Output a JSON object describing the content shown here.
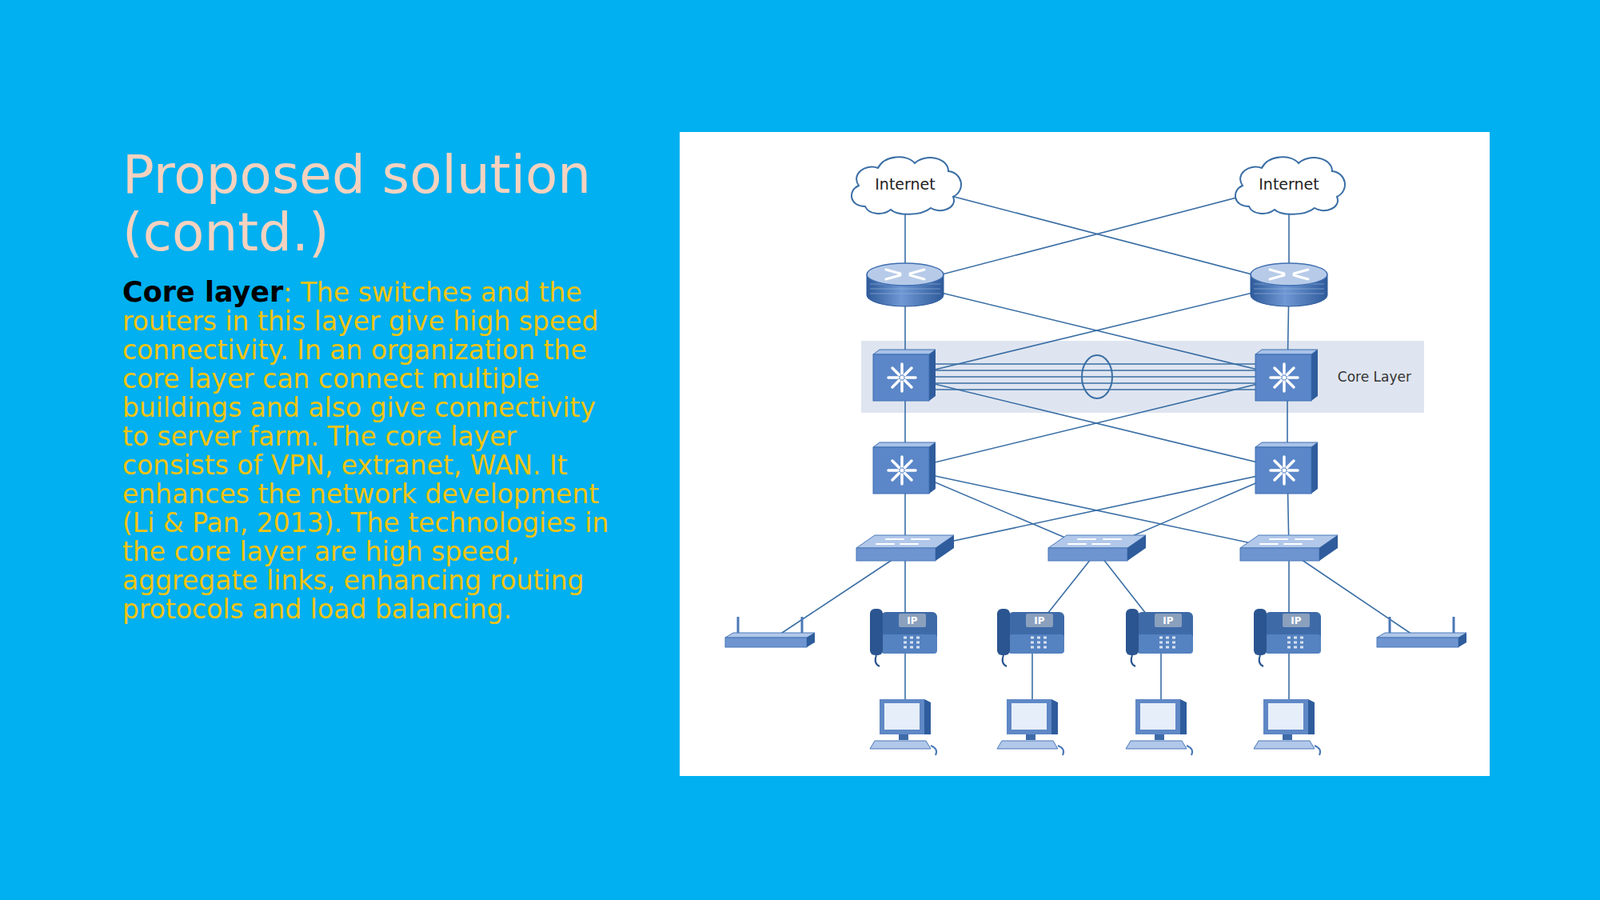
{
  "diagram": {
    "title": "Proposed solution (contd.)",
    "nodes": [
      {
        "text": [
          "Internet"
        ]
      },
      {
        "text": [
          "Internet"
        ]
      },
      {
        "text": [
          "Core Layer"
        ]
      }
    ],
    "labels": [
      "Core layer",
      ": The switches and the routers in this layer give high speed connectivity. In an organization the core layer can connect multiple buildings and also give connectivity to server farm. The core layer consists of VPN, extranet, WAN. It enhances the network development (Li & Pan, 2013). The technologies in the core layer are high speed, aggregate links, enhancing routing protocols and load balancing.",
      "IP",
      "IP",
      "IP",
      "IP"
    ]
  }
}
